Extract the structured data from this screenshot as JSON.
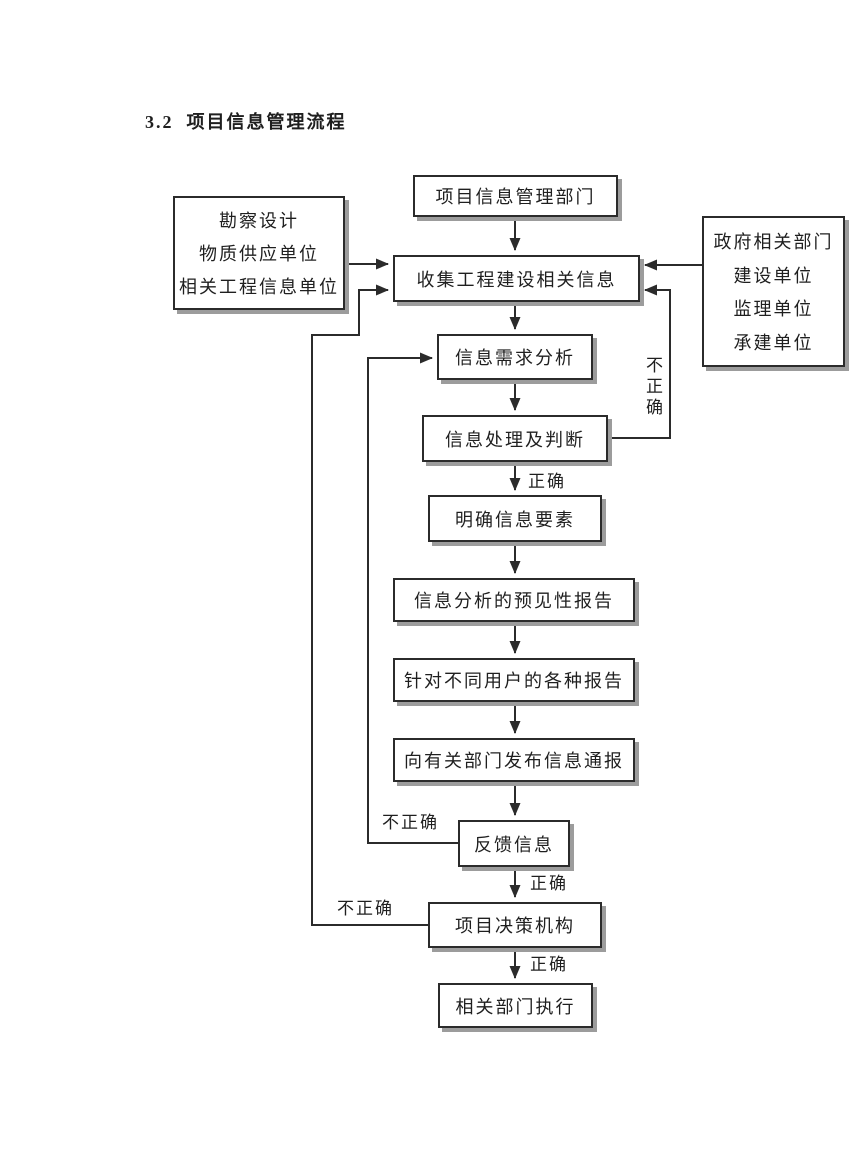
{
  "page": {
    "title": "3.2  项目信息管理流程"
  },
  "flowchart": {
    "nodes": {
      "info_dept": {
        "label": "项目信息管理部门"
      },
      "left_sources": {
        "lines": [
          "勘察设计",
          "物质供应单位",
          "相关工程信息单位"
        ]
      },
      "right_sources": {
        "lines": [
          "政府相关部门",
          "建设单位",
          "监理单位",
          "承建单位"
        ]
      },
      "collect": {
        "label": "收集工程建设相关信息"
      },
      "needs": {
        "label": "信息需求分析"
      },
      "process": {
        "label": "信息处理及判断"
      },
      "elements": {
        "label": "明确信息要素"
      },
      "forecast_report": {
        "label": "信息分析的预见性报告"
      },
      "user_reports": {
        "label": "针对不同用户的各种报告"
      },
      "notify": {
        "label": "向有关部门发布信息通报"
      },
      "feedback": {
        "label": "反馈信息"
      },
      "decision": {
        "label": "项目决策机构"
      },
      "execute": {
        "label": "相关部门执行"
      }
    },
    "edge_labels": {
      "correct_after_process": "正确",
      "correct_after_feedback": "正确",
      "correct_after_decision": "正确",
      "incorrect_process": "不正确",
      "incorrect_feedback": "不正确",
      "incorrect_decision": "不正确"
    },
    "colors": {
      "line": "#2b2b2b",
      "box_border": "#2b2b2b",
      "box_shadow": "#9c9c9c",
      "background": "#ffffff"
    }
  }
}
